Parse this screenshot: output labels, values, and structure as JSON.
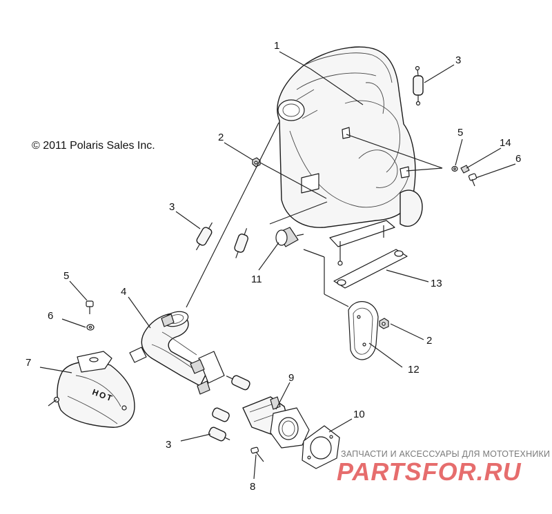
{
  "copyright": "© 2011 Polaris Sales Inc.",
  "watermark": {
    "tagline": "ЗАПЧАСТИ И АКСЕССУАРЫ ДЛЯ МОТОТЕХНИКИ",
    "logo_text": "PARTSFOR.RU",
    "logo_color": "#e25454"
  },
  "callouts": {
    "c1": "1",
    "c3a": "3",
    "c2a": "2",
    "c5a": "5",
    "c14": "14",
    "c6a": "6",
    "c3b": "3",
    "c11": "11",
    "c13": "13",
    "c5b": "5",
    "c6b": "6",
    "c4": "4",
    "c2b": "2",
    "c7": "7",
    "c12": "12",
    "c9": "9",
    "c10": "10",
    "c3c": "3",
    "c8": "8"
  },
  "hot_label": "HOT"
}
